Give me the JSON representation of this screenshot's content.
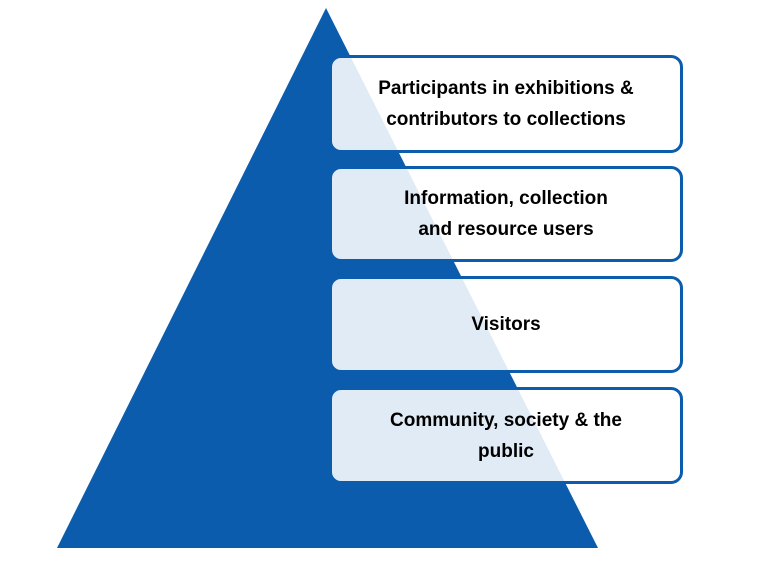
{
  "diagram": {
    "type": "pyramid",
    "colors": {
      "pyramid": "#0b5cad",
      "box_border": "#0b5cad",
      "text": "#000000"
    },
    "levels": [
      {
        "label": "Participants in exhibitions &\ncontributors to collections"
      },
      {
        "label": "Information, collection\nand resource users"
      },
      {
        "label": "Visitors"
      },
      {
        "label": "Community, society & the\npublic"
      }
    ]
  }
}
